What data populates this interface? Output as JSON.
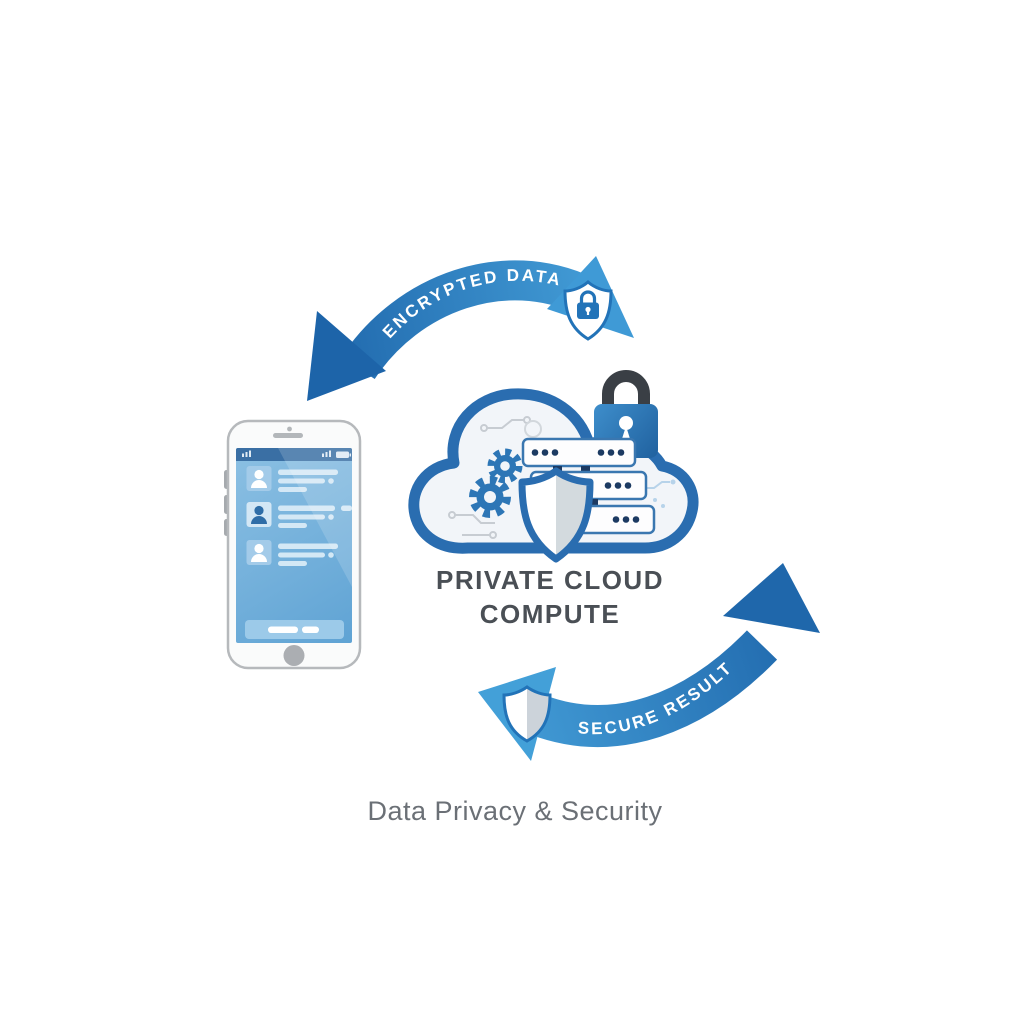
{
  "diagram": {
    "arrow_top_label": "ENCRYPTED DATA",
    "arrow_bottom_label": "SECURE RESULT",
    "title_line1": "PRIVATE CLOUD",
    "title_line2": "COMPUTE",
    "caption": "Data Privacy & Security"
  },
  "colors": {
    "arrow_dark": "#1d64a9",
    "arrow_light": "#46a1da",
    "cloud_outline": "#2a6db0",
    "cloud_fill": "#f2f5f9",
    "gear_blue": "#2d76b6",
    "lock_body_light": "#3e8ecb",
    "lock_body_dark": "#20619f",
    "lock_shackle": "#3a3f45",
    "badge_blue": "#2273b8",
    "server_dot_navy": "#1c3a62",
    "screen_top": "#8cc0e3",
    "screen_bottom": "#5fa3d4",
    "statusbar_blue": "#3a6fa4",
    "title_text": "#4a4f55",
    "caption_text": "#6b7076",
    "label_text": "#ffffff"
  },
  "icons": {
    "phone": "smartphone-icon",
    "cloud": "cloud-icon",
    "lock": "padlock-icon",
    "shield": "shield-icon",
    "gears": "gear-icon",
    "servers": "server-rack-icon",
    "badge_top": "shield-lock-badge-icon",
    "badge_bottom": "shield-badge-icon"
  }
}
